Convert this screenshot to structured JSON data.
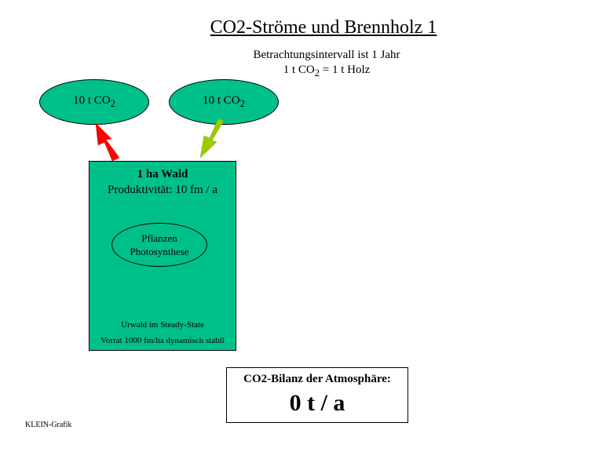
{
  "title": "CO2-Ströme und Brennholz 1",
  "subtitle": {
    "line1": "Betrachtungsintervall ist 1 Jahr",
    "line2_prefix": "1 t CO",
    "line2_sub": "2",
    "line2_suffix": " = 1 t Holz"
  },
  "ovals": {
    "left": {
      "prefix": "10 t CO",
      "sub": "2"
    },
    "right": {
      "prefix": "10 t CO",
      "sub": "2"
    }
  },
  "forest": {
    "title": "1 ha Wald",
    "productivity": "Produktivität: 10 fm / a",
    "plants_line1": "Pflanzen",
    "plants_line2": "Photosynthese",
    "state_line1": "Urwald im Steady-State",
    "state_line2": "Vorrat 1000 fm/ha  dynamisch stabil"
  },
  "balance": {
    "label": "CO2-Bilanz der Atmosphäre:",
    "value": "0 t / a"
  },
  "credit": "KLEIN-Grafik",
  "colors": {
    "fill": "#00c08a",
    "arrow_emission": "#ff0000",
    "arrow_absorption": "#99cc00"
  }
}
